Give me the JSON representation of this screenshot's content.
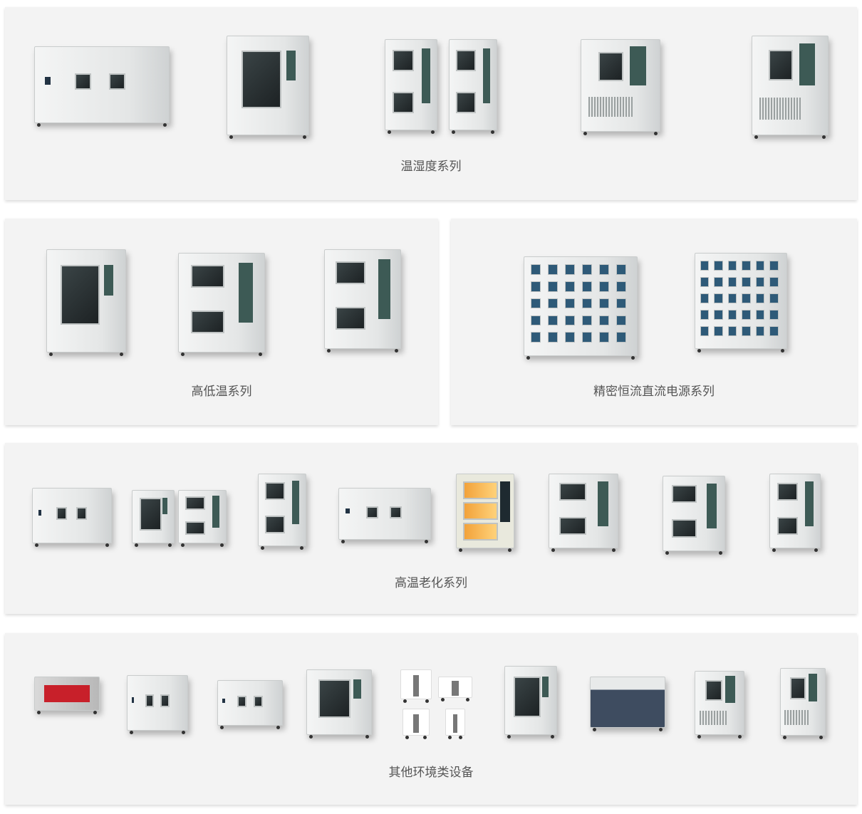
{
  "categories": [
    {
      "label": "温湿度系列"
    },
    {
      "label": "高低温系列"
    },
    {
      "label": "精密恒流直流电源系列"
    },
    {
      "label": "高温老化系列"
    },
    {
      "label": "其他环境类设备"
    }
  ]
}
